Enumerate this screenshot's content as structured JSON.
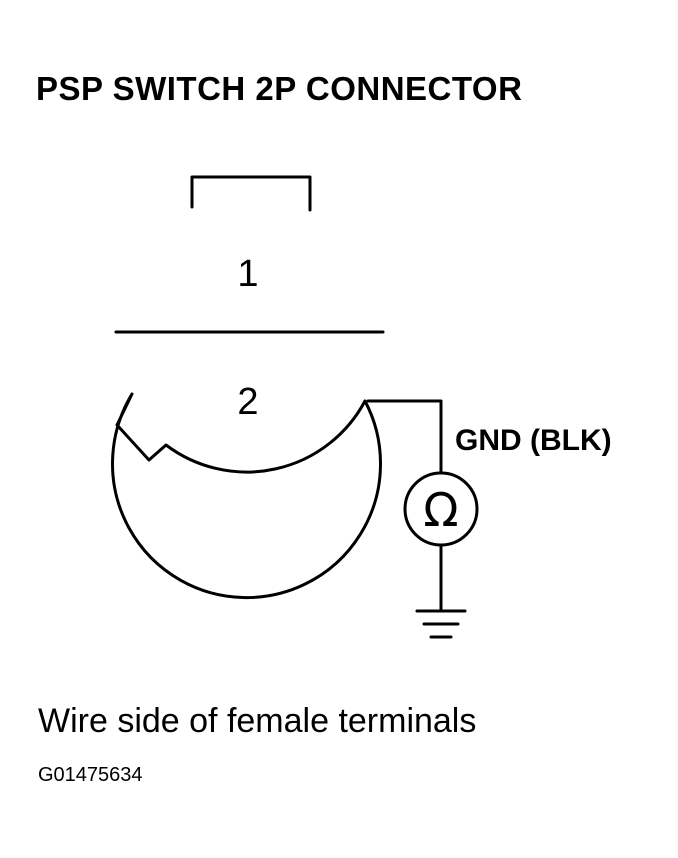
{
  "title": "PSP SWITCH 2P CONNECTOR",
  "connector": {
    "pin_top": "1",
    "pin_bottom": "2"
  },
  "ground_label": "GND (BLK)",
  "meter_symbol": "Ω",
  "caption": "Wire side of female terminals",
  "figure_code": "G01475634",
  "colors": {
    "line": "#000000",
    "background": "#ffffff"
  },
  "icons": [
    "ohmmeter-icon",
    "ground-symbol-icon"
  ]
}
